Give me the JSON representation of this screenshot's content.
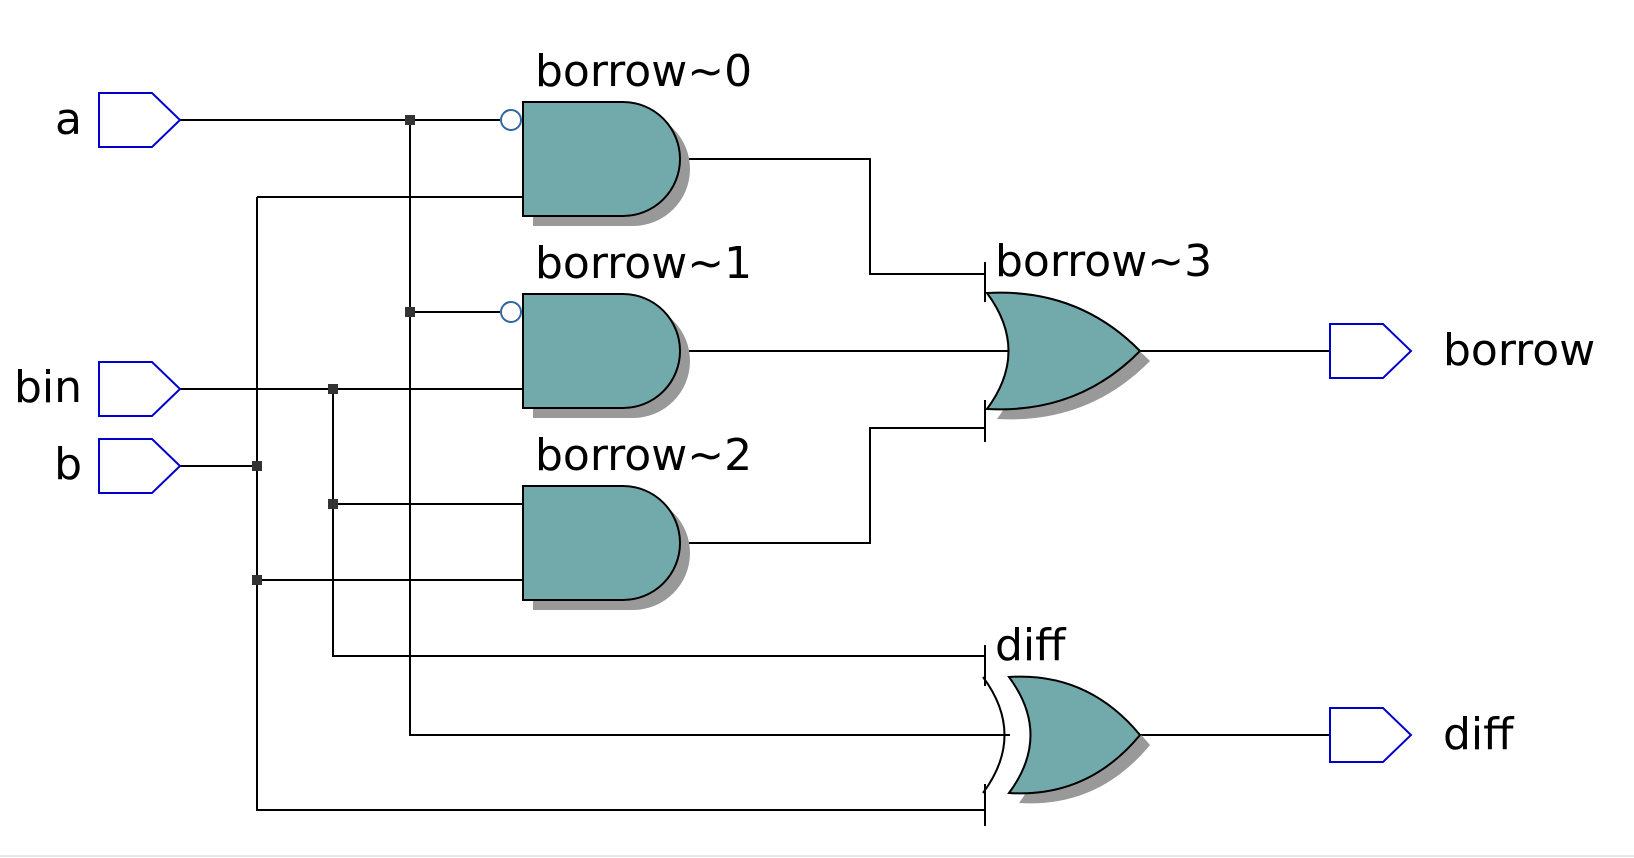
{
  "diagram": {
    "inputs": {
      "a": "a",
      "bin": "bin",
      "b": "b"
    },
    "outputs": {
      "borrow": "borrow",
      "diff": "diff"
    },
    "gates": {
      "and0": "borrow~0",
      "and1": "borrow~1",
      "and2": "borrow~2",
      "or3": "borrow~3",
      "xor": "diff"
    },
    "colors": {
      "gate_fill": "#72aaac",
      "pin_outline": "#0000cc",
      "wire": "#000000"
    }
  }
}
